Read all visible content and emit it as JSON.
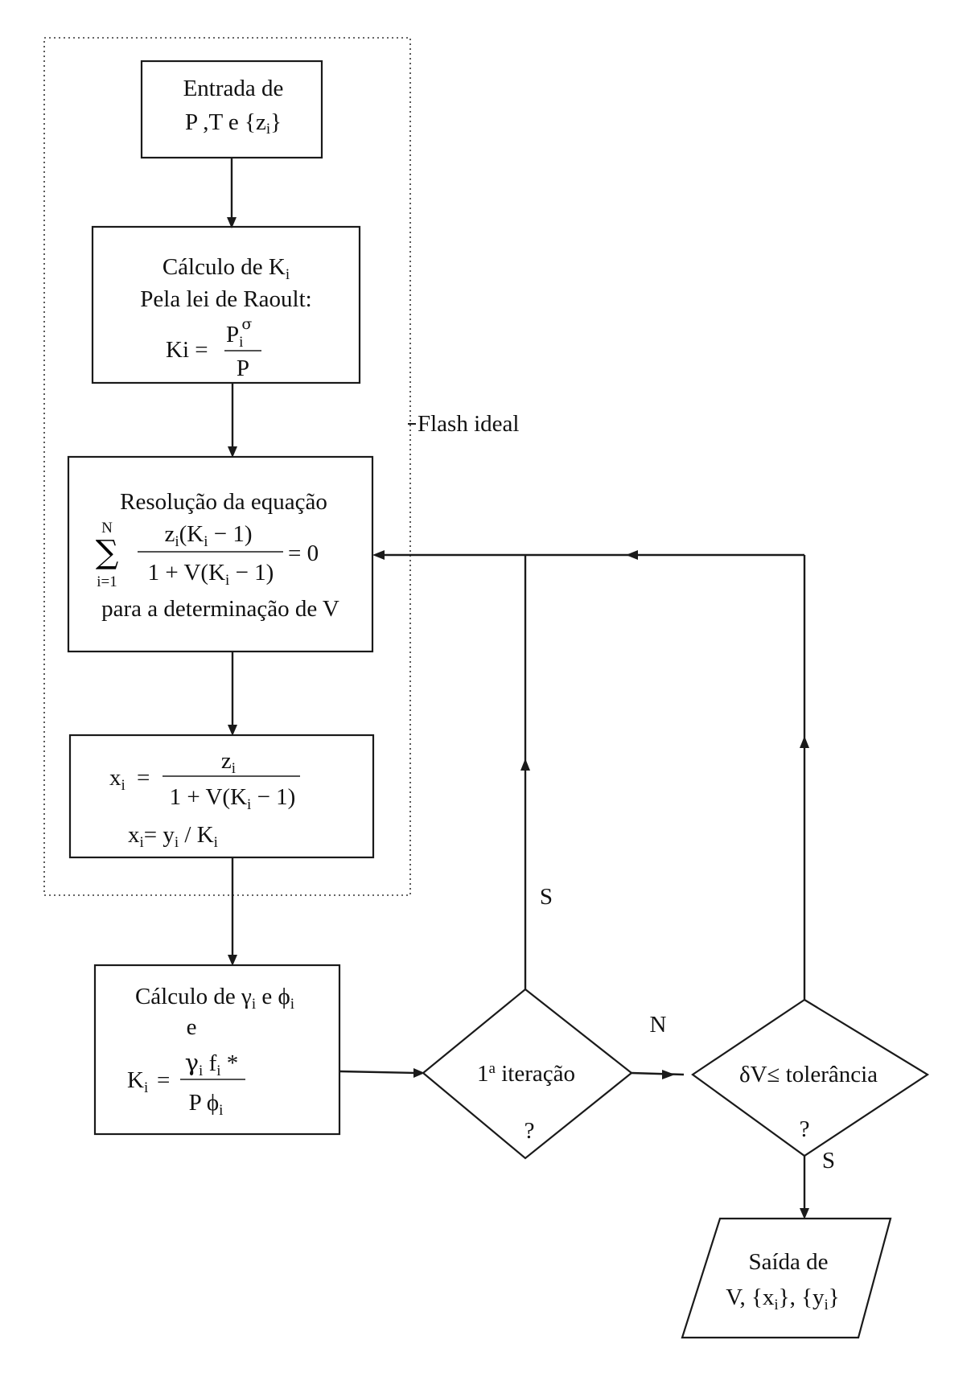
{
  "group_label": "Flash  ideal",
  "nodes": {
    "input": {
      "line1": "Entrada de",
      "line2_pre": "P ,T e {z",
      "line2_sub": "i",
      "line2_post": "}"
    },
    "raoult": {
      "line1_pre": "Cálculo de K",
      "line1_sub": "i",
      "line2": "Pela lei de Raoult:",
      "eq_lhs": "Ki =",
      "eq_num": "P",
      "eq_num_sub": "i",
      "eq_num_sup": "σ",
      "eq_den": "P"
    },
    "rachford": {
      "line1": "Resolução da equação",
      "sum_symbol": "∑",
      "sum_upper": "N",
      "sum_lower": "i=1",
      "num_pre": "z",
      "num_sub": "i",
      "num_mid": "(K",
      "num_sub2": "i",
      "num_post": " − 1)",
      "den_pre": "1 + V(K",
      "den_sub": "i",
      "den_post": " − 1)",
      "rhs": "= 0",
      "line_last": "para a determinação de V"
    },
    "composition": {
      "x_pre": "x",
      "x_sub": "i",
      "eq": "=",
      "num": "z",
      "num_sub": "i",
      "den_pre": "1 + V(K",
      "den_sub": "i",
      "den_post": " − 1)",
      "l2_x": "x",
      "l2_x_sub": "i",
      "l2_eq": "= y",
      "l2_y_sub": "i",
      "l2_div": " / K",
      "l2_k_sub": "i"
    },
    "gamma_phi": {
      "line1_pre": "Cálculo de γ",
      "line1_sub": "i",
      "line1_mid": " e ϕ",
      "line1_sub2": "i",
      "line2": "e",
      "k": "K",
      "k_sub": "i",
      "eq": "=",
      "num_g": "γ",
      "num_g_sub": "i",
      "num_f": " f",
      "num_f_sub": "i",
      "num_star": " *",
      "den_p": "P ϕ",
      "den_sub": "i"
    },
    "first_iteration": {
      "text_pre": "1",
      "text_sup": "a",
      "text_post": " iteração",
      "q": "?"
    },
    "tolerance": {
      "text": "δV≤ tolerância",
      "q": "?"
    },
    "output": {
      "line1": "Saída de",
      "line2_a": "V, {x",
      "line2_a_sub": "i",
      "line2_b": "}, {y",
      "line2_b_sub": "i",
      "line2_c": "}"
    }
  },
  "edge_labels": {
    "first_iter_yes": "S",
    "first_iter_no": "N",
    "tolerance_yes": "S"
  }
}
